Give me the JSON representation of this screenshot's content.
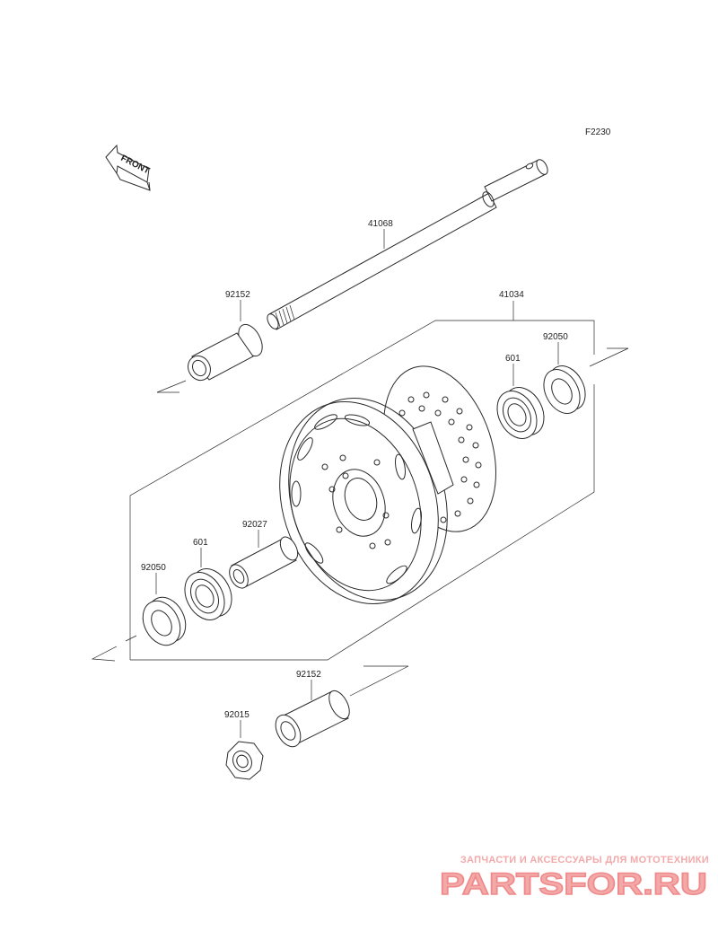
{
  "diagram": {
    "figure_code": "F2230",
    "front_arrow_label": "FRONT",
    "parts": [
      {
        "id": "axle",
        "number": "41068"
      },
      {
        "id": "collar-left",
        "number": "92152"
      },
      {
        "id": "hub-assembly",
        "number": "41034"
      },
      {
        "id": "seal-right",
        "number": "92050"
      },
      {
        "id": "bearing-right",
        "number": "601"
      },
      {
        "id": "spacer",
        "number": "92027"
      },
      {
        "id": "bearing-left",
        "number": "601"
      },
      {
        "id": "seal-left",
        "number": "92050"
      },
      {
        "id": "collar-right",
        "number": "92152"
      },
      {
        "id": "nut",
        "number": "92015"
      }
    ]
  },
  "watermark": {
    "tagline": "ЗАПЧАСТИ И АКСЕССУАРЫ ДЛЯ МОТОТЕХНИКИ",
    "logo_text": "PARTSFOR.RU",
    "color": "#f08a8a"
  }
}
